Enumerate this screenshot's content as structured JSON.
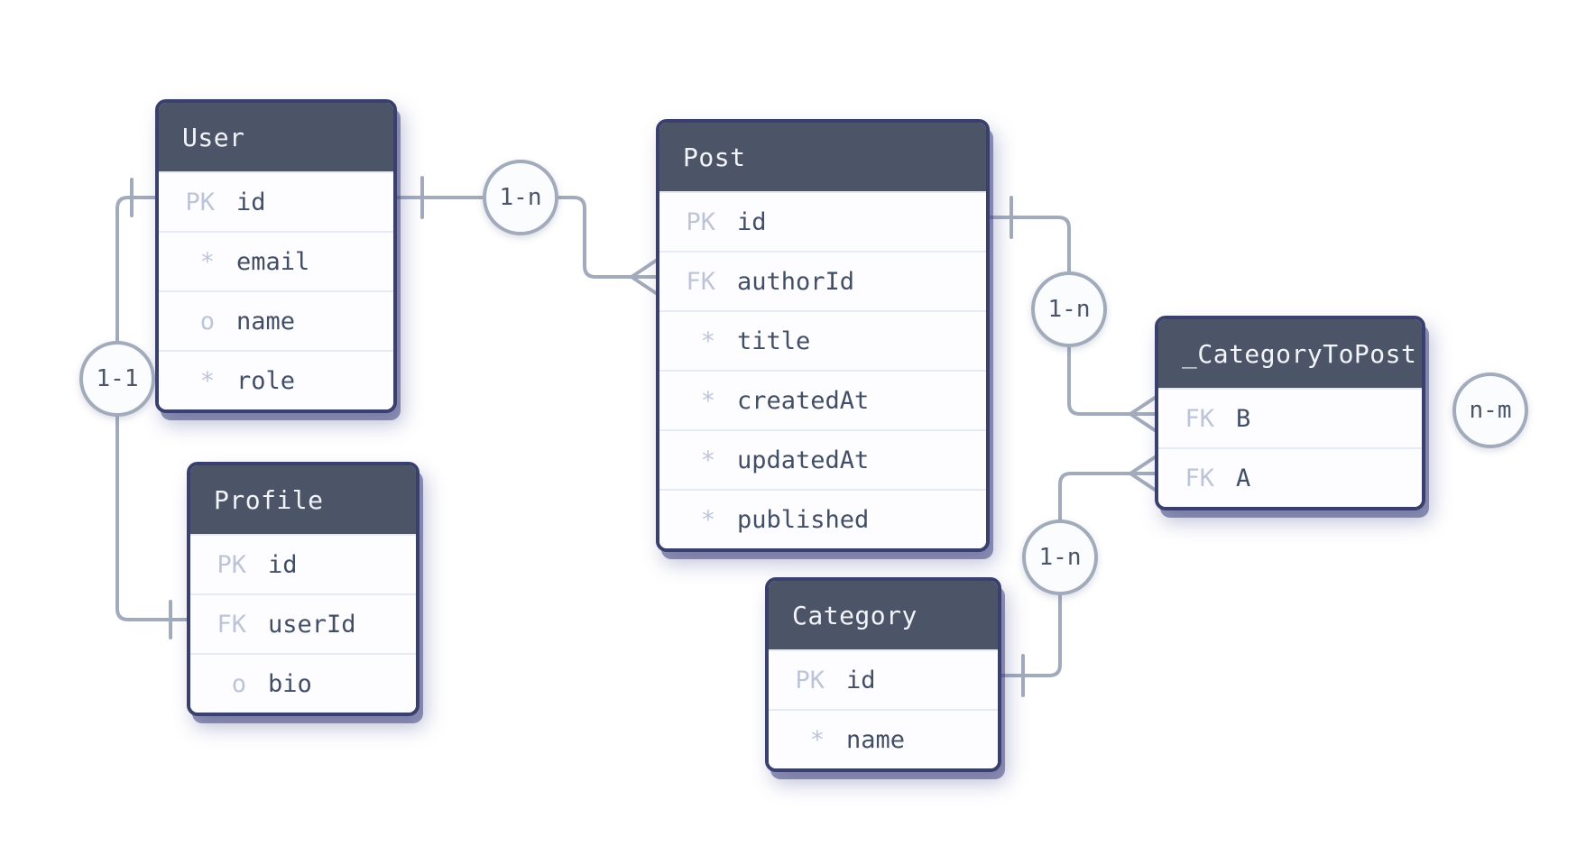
{
  "diagram": {
    "type": "entity-relationship-diagram",
    "background": "#ffffff",
    "colors": {
      "header_bg": "#4c5568",
      "header_text": "#f2f4f9",
      "card_bg": "#fdfdff",
      "card_border": "#39406e",
      "row_divider": "#e6eaf2",
      "key_text": "#bcc5d8",
      "field_text": "#424e66",
      "connector_line": "#a2abbc",
      "circle_bg": "#fbfcfe",
      "circle_border": "#a2abbc",
      "circle_text": "#4a5569"
    },
    "tables": {
      "user": {
        "title": "User",
        "rows": [
          {
            "key": "PK",
            "name": "id"
          },
          {
            "key": "*",
            "name": "email"
          },
          {
            "key": "o",
            "name": "name"
          },
          {
            "key": "*",
            "name": "role"
          }
        ]
      },
      "post": {
        "title": "Post",
        "rows": [
          {
            "key": "PK",
            "name": "id"
          },
          {
            "key": "FK",
            "name": "authorId"
          },
          {
            "key": "*",
            "name": "title"
          },
          {
            "key": "*",
            "name": "createdAt"
          },
          {
            "key": "*",
            "name": "updatedAt"
          },
          {
            "key": "*",
            "name": "published"
          }
        ]
      },
      "profile": {
        "title": "Profile",
        "rows": [
          {
            "key": "PK",
            "name": "id"
          },
          {
            "key": "FK",
            "name": "userId"
          },
          {
            "key": "o",
            "name": "bio"
          }
        ]
      },
      "category": {
        "title": "Category",
        "rows": [
          {
            "key": "PK",
            "name": "id"
          },
          {
            "key": "*",
            "name": "name"
          }
        ]
      },
      "category_to_post": {
        "title": "_CategoryToPost",
        "rows": [
          {
            "key": "FK",
            "name": "B"
          },
          {
            "key": "FK",
            "name": "A"
          }
        ]
      }
    },
    "relationships": [
      {
        "label": "1-1",
        "from": "User.id",
        "to": "Profile.userId"
      },
      {
        "label": "1-n",
        "from": "User.id",
        "to": "Post.authorId"
      },
      {
        "label": "1-n",
        "from": "Post.id",
        "to": "_CategoryToPost.B"
      },
      {
        "label": "1-n",
        "from": "Category.id",
        "to": "_CategoryToPost.A"
      },
      {
        "label": "n-m",
        "from": "Category",
        "to": "Post"
      }
    ]
  }
}
